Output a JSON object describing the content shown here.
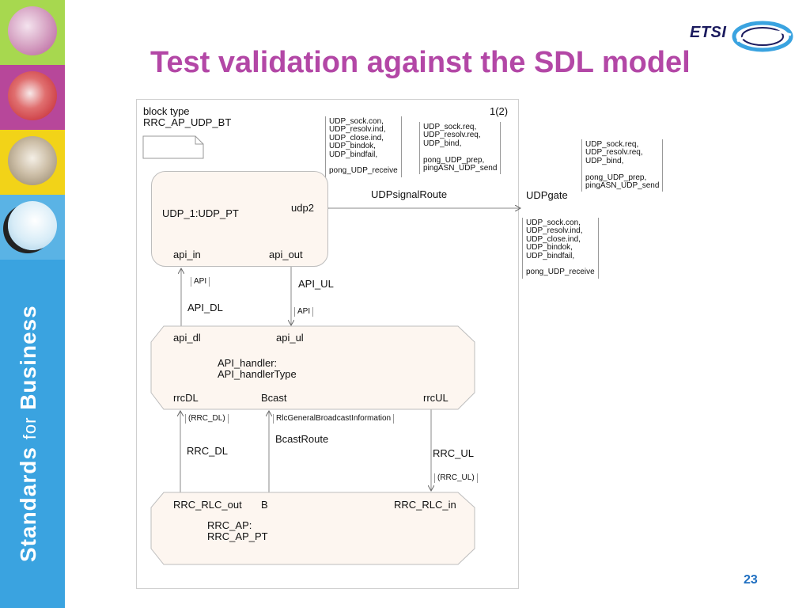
{
  "slide": {
    "title": "Test validation against the SDL model",
    "page_number": "23",
    "logo_text": "ETSI",
    "sidebar_slogan": {
      "word1": "Standards",
      "word2": "for",
      "word3": "Business"
    }
  },
  "colors": {
    "title": "#b347a6",
    "sidebar": "#3aa3e0",
    "tile_green": "#a7d84f",
    "tile_magenta": "#b7479a",
    "tile_yellow": "#f2d318",
    "tile_blue": "#5ab3e5",
    "box_fill": "#fdf6f0",
    "page_number": "#1f6fc1"
  },
  "diagram": {
    "header": {
      "line1": "block type",
      "line2": "RRC_AP_UDP_BT",
      "page": "1(2)"
    },
    "signal_lists": {
      "udp_in_inner": "UDP_sock.con,\nUDP_resolv.ind,\nUDP_close.ind,\nUDP_bindok,\nUDP_bindfail,\n\npong_UDP_receive",
      "udp_out_inner": "UDP_sock.req,\nUDP_resolv.req,\nUDP_bind,\n\npong_UDP_prep,\npingASN_UDP_send",
      "udp_out_outer": "UDP_sock.req,\nUDP_resolv.req,\nUDP_bind,\n\npong_UDP_prep,\npingASN_UDP_send",
      "udp_in_outer": "UDP_sock.con,\nUDP_resolv.ind,\nUDP_close.ind,\nUDP_bindok,\nUDP_bindfail,\n\npong_UDP_receive"
    },
    "route_udp": "UDPsignalRoute",
    "gate_udp": "UDPgate",
    "udp_process": {
      "name": "UDP_1:UDP_PT",
      "gate": "udp2",
      "api_in": "api_in",
      "api_out": "api_out"
    },
    "api_tag_left": "API",
    "api_tag_right": "API",
    "route_api_ul": "API_UL",
    "route_api_dl": "API_DL",
    "api_handler": {
      "gate_dl": "api_dl",
      "gate_ul": "api_ul",
      "name1": "API_handler:",
      "name2": "API_handlerType",
      "gate_rrcdl": "rrcDL",
      "gate_bcast": "Bcast",
      "gate_rrcul": "rrcUL"
    },
    "tag_rrc_dl": "(RRC_DL)",
    "tag_bcast": "RlcGeneralBroadcastInformation",
    "route_bcast": "BcastRoute",
    "route_rrc_dl": "RRC_DL",
    "route_rrc_ul": "RRC_UL",
    "tag_rrc_ul": "(RRC_UL)",
    "rrc_ap": {
      "gate_out": "RRC_RLC_out",
      "gate_b": "B",
      "gate_in": "RRC_RLC_in",
      "name1": "RRC_AP:",
      "name2": "RRC_AP_PT"
    }
  }
}
